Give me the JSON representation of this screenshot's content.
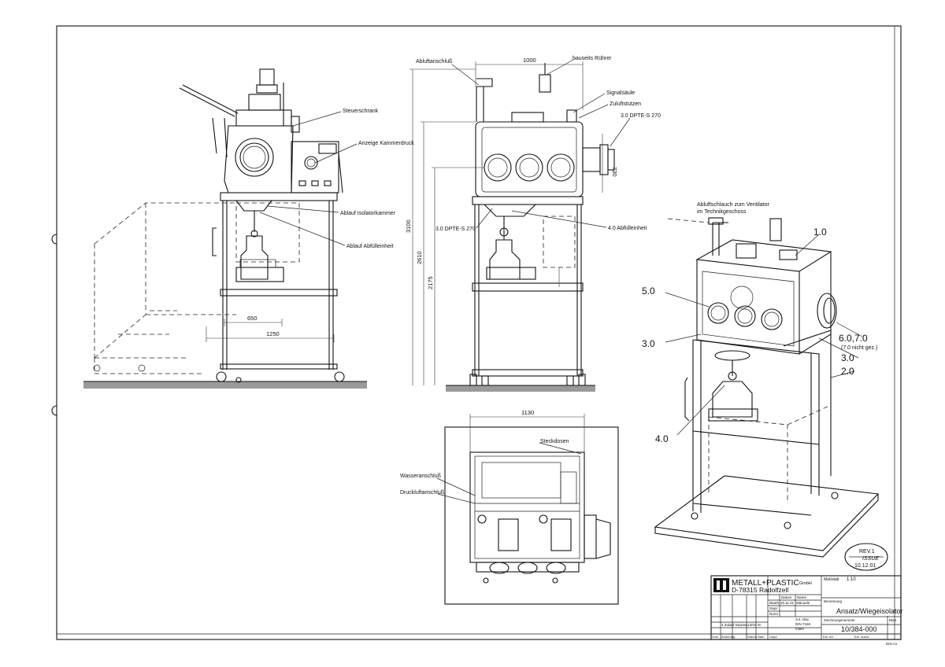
{
  "labels": {
    "side": {
      "steuerschrank": "Steuerschrank",
      "anzeige": "Anzeige Kammerdruck",
      "ablauf_isolator": "Ablauf Isolatorkammer",
      "ablauf_abfuell": "Ablauf Abfülleinheit"
    },
    "front": {
      "abluft": "Abluftanschluß",
      "bauseits": "bauseits Rührer",
      "signal": "Signalsäule",
      "zuluft": "Zuluftstutzen",
      "dpte_right": "3.0 DPTE-S 270",
      "dpte_left": "3.0 DPTE-S 270",
      "abfuell": "4.0 Abfülleinheit"
    },
    "top": {
      "steckdosen": "Steckdosen",
      "wasser": "Wasseranschluß",
      "druckluft": "Druckluftanschluß"
    },
    "iso": {
      "abluftschlauch_1": "Abluftschlauch zum Ventilator",
      "abluftschlauch_2": "im Technikgeschoss",
      "c10": "1.0",
      "c50": "5.0",
      "c30a": "3.0",
      "c607": "6.0,7.0",
      "c607b": "(7.0 nicht gez.)",
      "c30b": "3.0",
      "c20": "2.0",
      "c40": "4.0"
    }
  },
  "dims": {
    "side_650": "650",
    "side_1250": "1250",
    "front_1000": "1000",
    "front_730": "730",
    "front_3100": "3100",
    "front_2610": "2610",
    "front_2175": "2175",
    "top_1130": "1130"
  },
  "rev": {
    "line1": "REV.1",
    "line2": "ISSUE",
    "line3": "10.12.01"
  },
  "title_block": {
    "company": "METALL+PLASTIC",
    "gmbh": "GmbH",
    "address": "D-78315 Radolfzell",
    "scale_label": "Maßstab",
    "scale": "1:10",
    "title_label": "Benennung",
    "title": "Ansatz/Wiegeisolator",
    "drawing_no_label": "Zeichnungsnummer",
    "drawing_no": "10/384-000",
    "sheet_label": "Blatt",
    "row_bearb": "Bearb.",
    "row_gepr": "Gepr.",
    "row_norm": "Norm",
    "date_bearb": "20.11.01",
    "name_bearb": "Manuele",
    "col_datum": "Datum",
    "col_name": "Name",
    "zul_abw": "zul. Abw.",
    "din": "DIN 7168",
    "mittel": "mittel",
    "rev_text": "4 Zulauf-Stutzen",
    "rev_date": "13/01",
    "rev_name": "M",
    "col_zust": "Zust.",
    "col_aenderung": "Änderung",
    "col_datum2": "Datum",
    "col_nam": "Nam",
    "col_urspr": "Urspr.",
    "ers_fuer": "Ers. für:",
    "ers_durch": "Ers. durch:",
    "format": "DIN A1"
  }
}
